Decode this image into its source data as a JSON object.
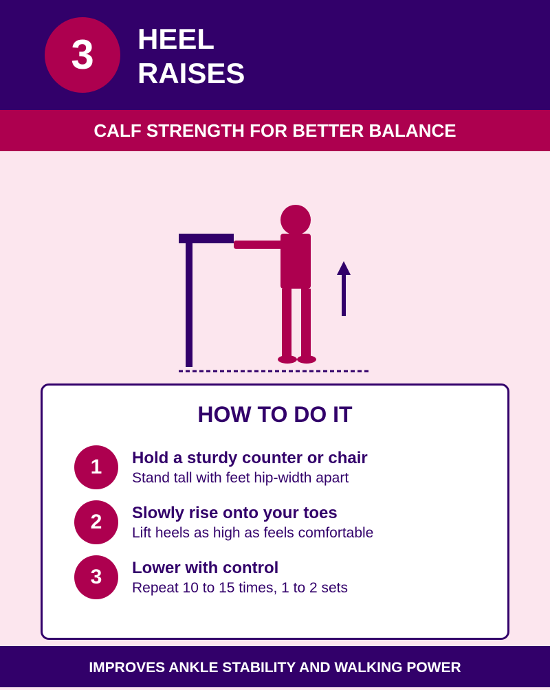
{
  "header": {
    "number": "3",
    "title_line1": "HEEL",
    "title_line2": "RAISES"
  },
  "subtitle": "CALF STRENGTH FOR BETTER BALANCE",
  "illustration": {
    "icons": [
      "counter-icon",
      "person-figure-icon",
      "up-arrow-icon",
      "floor-line"
    ]
  },
  "instructions": {
    "title": "HOW TO DO IT",
    "steps": [
      {
        "number": "1",
        "heading": "Hold a sturdy counter or chair",
        "detail": "Stand tall with feet hip-width apart"
      },
      {
        "number": "2",
        "heading": "Slowly rise onto your toes",
        "detail": "Lift heels as high as feels comfortable"
      },
      {
        "number": "3",
        "heading": "Lower with control",
        "detail": "Repeat 10 to 15 times, 1 to 2 sets"
      }
    ]
  },
  "footer": "IMPROVES ANKLE STABILITY AND WALKING POWER",
  "colors": {
    "primary": "#32006a",
    "accent": "#ad004f",
    "background": "#fce6ee"
  }
}
